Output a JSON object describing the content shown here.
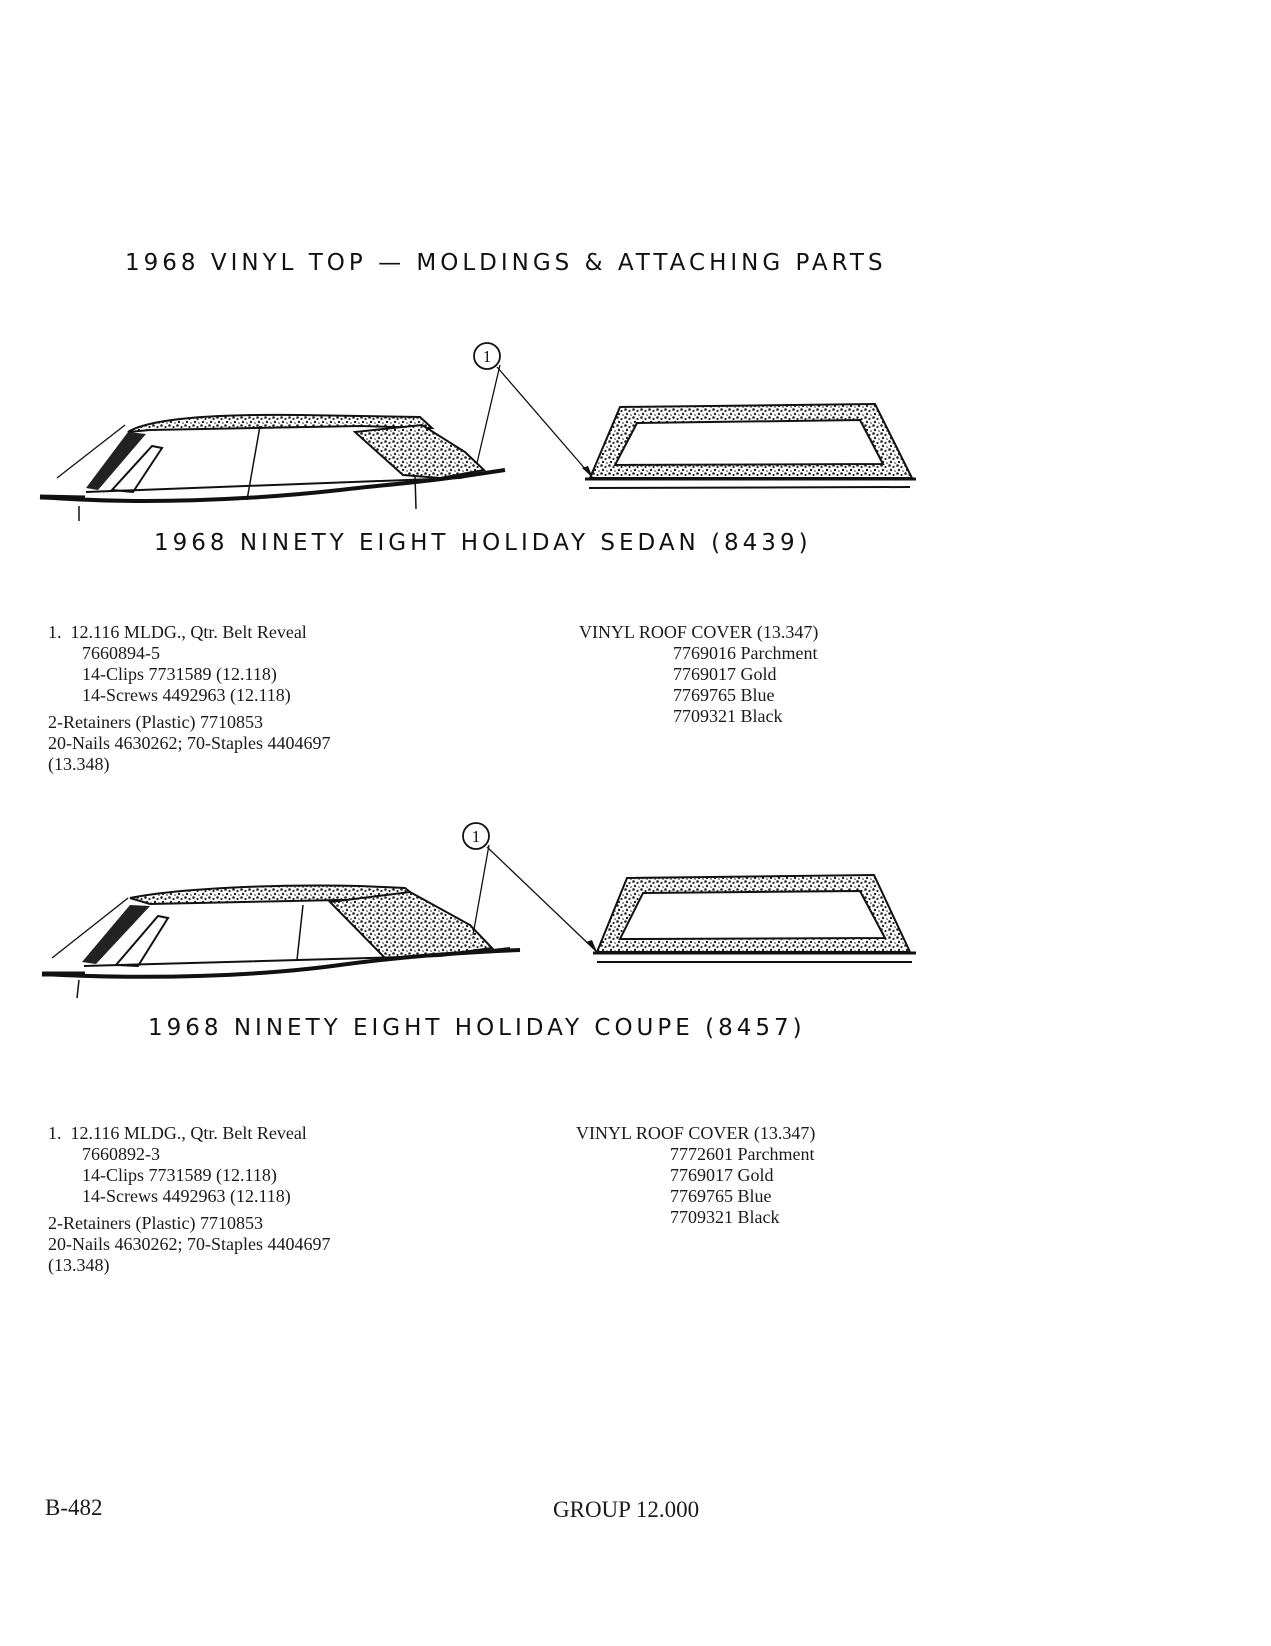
{
  "page_title": "1968 VINYL TOP — MOLDINGS & ATTACHING PARTS",
  "sections": [
    {
      "callout": "1",
      "model_caption": "1968 NINETY EIGHT HOLIDAY SEDAN (8439)",
      "parts": {
        "item_number": "1.",
        "item_desc": "12.116 MLDG., Qtr. Belt Reveal",
        "part_no": "7660894-5",
        "clips": "14-Clips 7731589 (12.118)",
        "screws": "14-Screws 4492963 (12.118)",
        "retainers": "2-Retainers (Plastic) 7710853",
        "nails_staples": "20-Nails 4630262; 70-Staples 4404697",
        "ref": "(13.348)"
      },
      "roof_cover": {
        "heading": "VINYL ROOF COVER (13.347)",
        "colors": [
          "7769016 Parchment",
          "7769017 Gold",
          "7769765 Blue",
          "7709321 Black"
        ]
      }
    },
    {
      "callout": "1",
      "model_caption": "1968 NINETY EIGHT HOLIDAY COUPE (8457)",
      "parts": {
        "item_number": "1.",
        "item_desc": "12.116 MLDG., Qtr. Belt Reveal",
        "part_no": "7660892-3",
        "clips": "14-Clips 7731589 (12.118)",
        "screws": "14-Screws 4492963 (12.118)",
        "retainers": "2-Retainers (Plastic) 7710853",
        "nails_staples": "20-Nails 4630262; 70-Staples 4404697",
        "ref": "(13.348)"
      },
      "roof_cover": {
        "heading": "VINYL ROOF COVER (13.347)",
        "colors": [
          "7772601 Parchment",
          "7769017 Gold",
          "7769765 Blue",
          "7709321 Black"
        ]
      }
    }
  ],
  "footer": {
    "page_number": "B-482",
    "group": "GROUP 12.000"
  }
}
